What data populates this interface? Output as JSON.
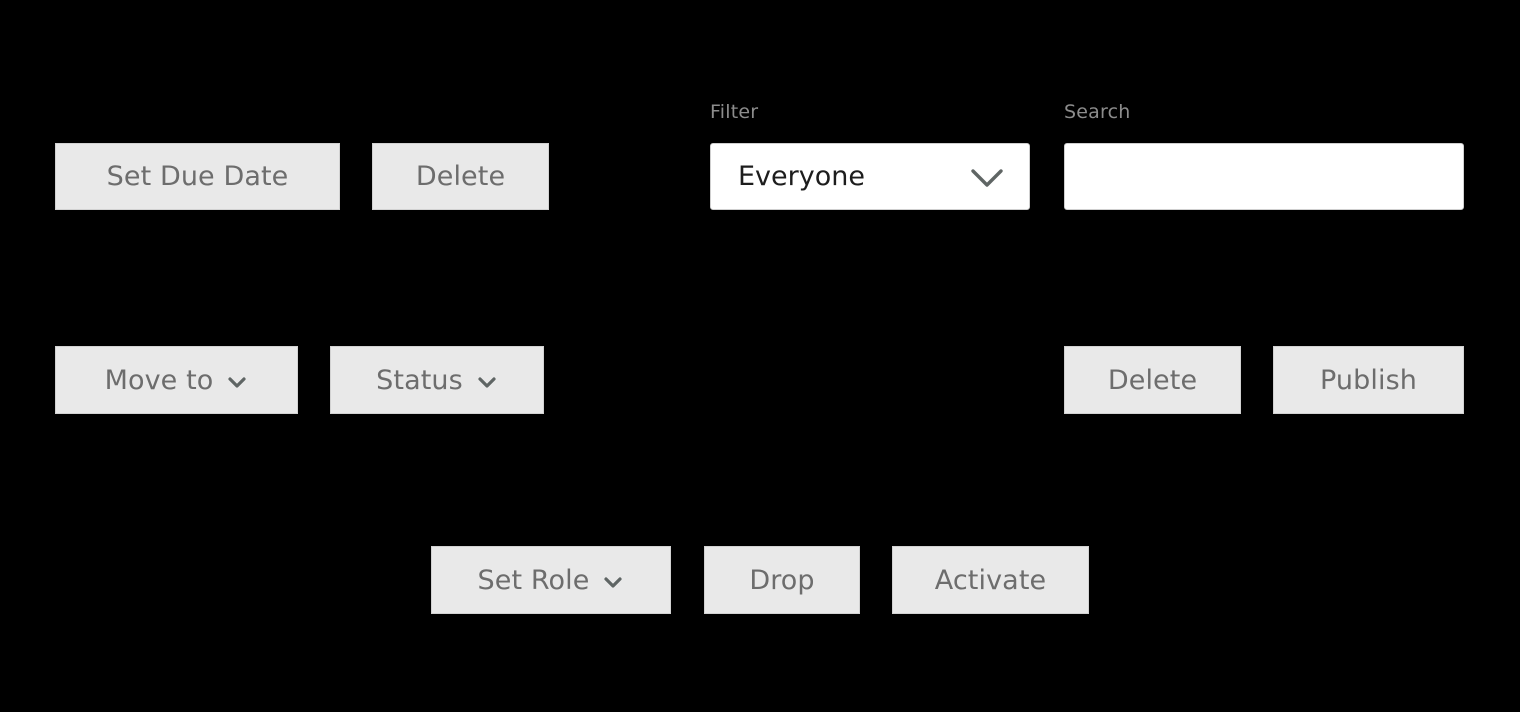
{
  "theme": {
    "background": "#000000",
    "button_fill": "#e9e9e9",
    "button_border": "#d2d2d2",
    "button_text": "#6d6d6d",
    "label_text": "#8c8c8c",
    "field_fill": "#ffffff",
    "field_border": "#cfcfcf",
    "field_text": "#1d1d1d"
  },
  "toolbar_row_1": {
    "set_due_date_label": "Set Due Date",
    "delete_label": "Delete"
  },
  "filter": {
    "label": "Filter",
    "selected": "Everyone",
    "chevron_icon": "chevron-down-icon"
  },
  "search": {
    "label": "Search",
    "value": "",
    "placeholder": ""
  },
  "toolbar_row_2": {
    "move_to_label": "Move to",
    "move_to_icon": "chevron-down-icon",
    "status_label": "Status",
    "status_icon": "chevron-down-icon",
    "delete_label": "Delete",
    "publish_label": "Publish"
  },
  "toolbar_row_3": {
    "set_role_label": "Set Role",
    "set_role_icon": "chevron-down-icon",
    "drop_label": "Drop",
    "activate_label": "Activate"
  }
}
